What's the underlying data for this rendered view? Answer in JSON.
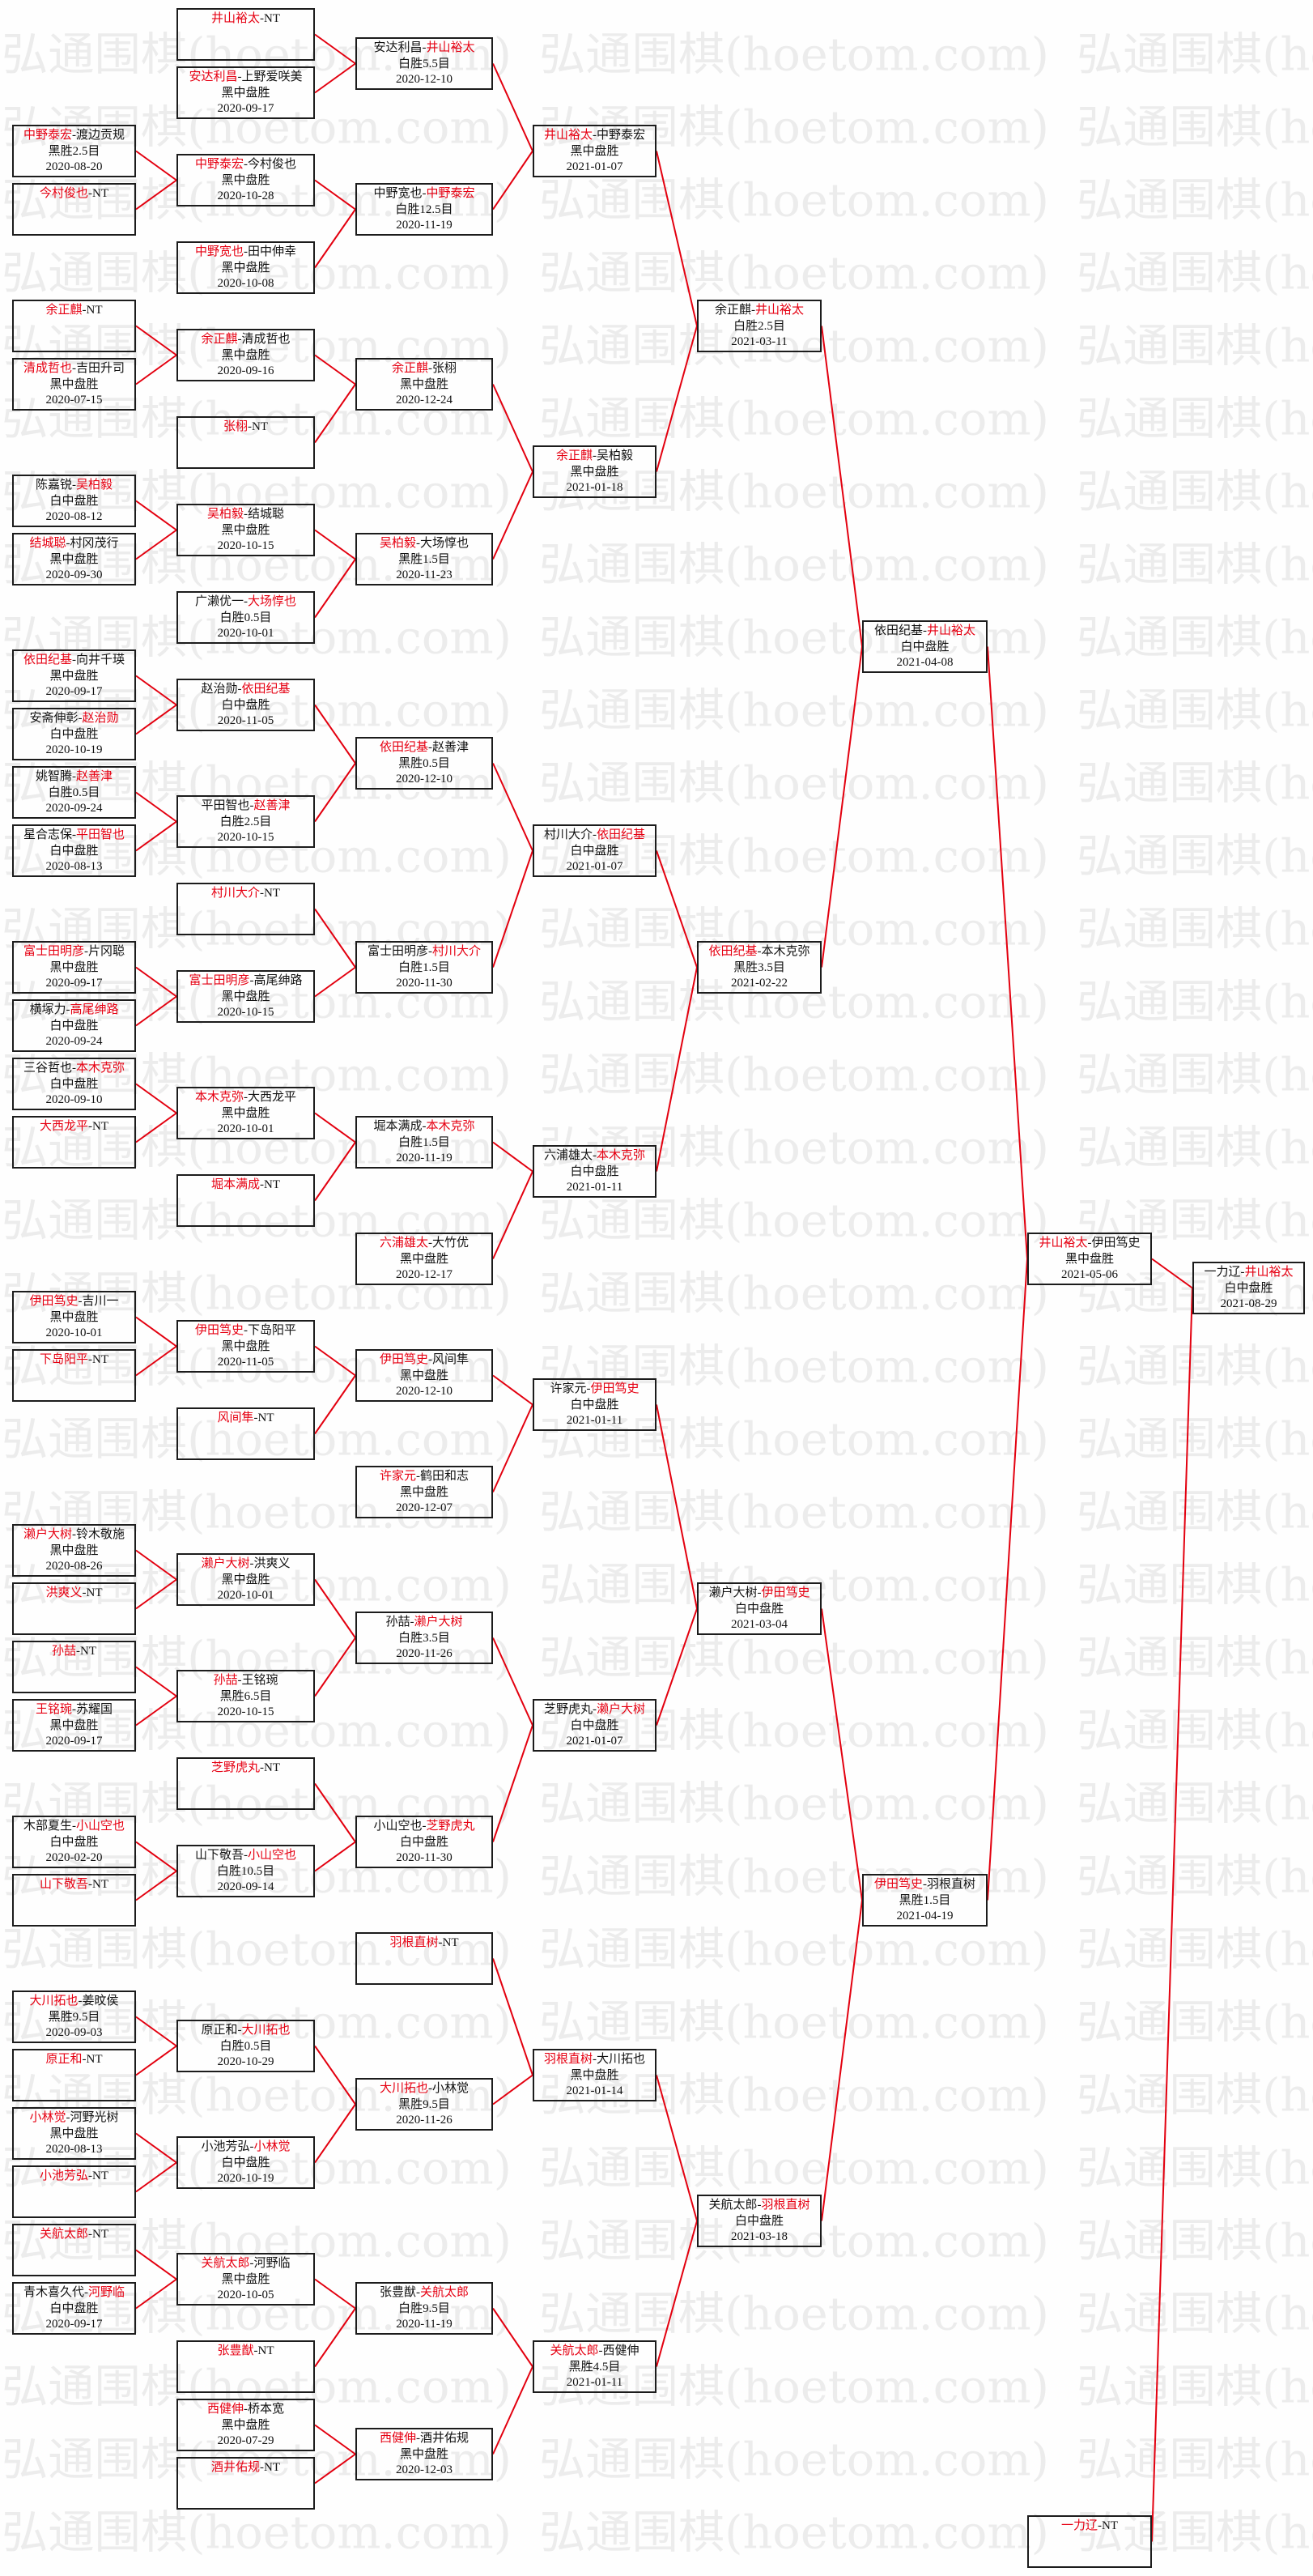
{
  "watermark": "弘通围棋(hoetom.com)",
  "separator": "-",
  "colors": {
    "winner": "#e60012",
    "line": "#e3000f",
    "text": "#111111",
    "border": "#1c1c1c",
    "watermark": "#ececec",
    "background": "#fefefe"
  },
  "stages": [
    {
      "matches": [
        {
          "players": [
            "中野泰宏",
            "渡边贡规"
          ],
          "winner": 0,
          "result": "黑胜2.5目",
          "date": "2020-08-20",
          "feeds_into": 2
        },
        {
          "players": [
            "今村俊也",
            "NT"
          ],
          "winner": 0,
          "feeds_into": 2
        },
        {
          "players": [
            "余正麒",
            "NT"
          ],
          "winner": 0,
          "feeds_into": 4
        },
        {
          "players": [
            "清成哲也",
            "吉田升司"
          ],
          "winner": 0,
          "result": "黑中盘胜",
          "date": "2020-07-15",
          "feeds_into": 4
        },
        {
          "players": [
            "陈嘉锐",
            "吴柏毅"
          ],
          "winner": 1,
          "result": "白中盘胜",
          "date": "2020-08-12",
          "feeds_into": 6
        },
        {
          "players": [
            "结城聪",
            "村冈茂行"
          ],
          "winner": 0,
          "result": "黑中盘胜",
          "date": "2020-09-30",
          "feeds_into": 6
        },
        {
          "players": [
            "依田纪基",
            "向井千瑛"
          ],
          "winner": 0,
          "result": "黑中盘胜",
          "date": "2020-09-17",
          "feeds_into": 8
        },
        {
          "players": [
            "安斋伸彰",
            "赵治勋"
          ],
          "winner": 1,
          "result": "白中盘胜",
          "date": "2020-10-19",
          "feeds_into": 8
        },
        {
          "players": [
            "姚智腾",
            "赵善津"
          ],
          "winner": 1,
          "result": "白胜0.5目",
          "date": "2020-09-24",
          "feeds_into": 9
        },
        {
          "players": [
            "星合志保",
            "平田智也"
          ],
          "winner": 1,
          "result": "白中盘胜",
          "date": "2020-08-13",
          "feeds_into": 9
        },
        {
          "players": [
            "富士田明彦",
            "片冈聪"
          ],
          "winner": 0,
          "result": "黑中盘胜",
          "date": "2020-09-17",
          "feeds_into": 11
        },
        {
          "players": [
            "横塚力",
            "高尾绅路"
          ],
          "winner": 1,
          "result": "白中盘胜",
          "date": "2020-09-24",
          "feeds_into": 11
        },
        {
          "players": [
            "三谷哲也",
            "本木克弥"
          ],
          "winner": 1,
          "result": "白中盘胜",
          "date": "2020-09-10",
          "feeds_into": 12
        },
        {
          "players": [
            "大西龙平",
            "NT"
          ],
          "winner": 0,
          "feeds_into": 12
        },
        {
          "players": [
            "伊田笃史",
            "吉川一"
          ],
          "winner": 0,
          "result": "黑中盘胜",
          "date": "2020-10-01",
          "feeds_into": 14
        },
        {
          "players": [
            "下岛阳平",
            "NT"
          ],
          "winner": 0,
          "feeds_into": 14
        },
        {
          "players": [
            "濑户大树",
            "铃木敬施"
          ],
          "winner": 0,
          "result": "黑中盘胜",
          "date": "2020-08-26",
          "feeds_into": 16
        },
        {
          "players": [
            "洪爽义",
            "NT"
          ],
          "winner": 0,
          "feeds_into": 16
        },
        {
          "players": [
            "孙喆",
            "NT"
          ],
          "winner": 0,
          "feeds_into": 17
        },
        {
          "players": [
            "王铭琬",
            "苏耀国"
          ],
          "winner": 0,
          "result": "黑中盘胜",
          "date": "2020-09-17",
          "feeds_into": 17
        },
        {
          "players": [
            "木部夏生",
            "小山空也"
          ],
          "winner": 1,
          "result": "白中盘胜",
          "date": "2020-02-20",
          "feeds_into": 19
        },
        {
          "players": [
            "山下敬吾",
            "NT"
          ],
          "winner": 0,
          "feeds_into": 19
        },
        {
          "players": [
            "大川拓也",
            "姜旼侯"
          ],
          "winner": 0,
          "result": "黑胜9.5目",
          "date": "2020-09-03",
          "feeds_into": 20
        },
        {
          "players": [
            "原正和",
            "NT"
          ],
          "winner": 0,
          "feeds_into": 20
        },
        {
          "players": [
            "小林觉",
            "河野光树"
          ],
          "winner": 0,
          "result": "黑中盘胜",
          "date": "2020-08-13",
          "feeds_into": 21
        },
        {
          "players": [
            "小池芳弘",
            "NT"
          ],
          "winner": 0,
          "feeds_into": 21
        },
        {
          "players": [
            "关航太郎",
            "NT"
          ],
          "winner": 0,
          "feeds_into": 22
        },
        {
          "players": [
            "青木喜久代",
            "河野临"
          ],
          "winner": 1,
          "result": "白中盘胜",
          "date": "2020-09-17",
          "feeds_into": 22
        }
      ]
    },
    {
      "matches": [
        {
          "players": [
            "井山裕太",
            "NT"
          ],
          "winner": 0,
          "feeds_into": 0
        },
        {
          "players": [
            "安达利昌",
            "上野爱咲美"
          ],
          "winner": 0,
          "result": "黑中盘胜",
          "date": "2020-09-17",
          "feeds_into": 0
        },
        {
          "players": [
            "中野泰宏",
            "今村俊也"
          ],
          "winner": 0,
          "result": "黑中盘胜",
          "date": "2020-10-28",
          "feeds_into": 1
        },
        {
          "players": [
            "中野宽也",
            "田中伸幸"
          ],
          "winner": 0,
          "result": "黑中盘胜",
          "date": "2020-10-08",
          "feeds_into": 1
        },
        {
          "players": [
            "余正麒",
            "清成哲也"
          ],
          "winner": 0,
          "result": "黑中盘胜",
          "date": "2020-09-16",
          "feeds_into": 2
        },
        {
          "players": [
            "张栩",
            "NT"
          ],
          "winner": 0,
          "feeds_into": 2
        },
        {
          "players": [
            "吴柏毅",
            "结城聪"
          ],
          "winner": 0,
          "result": "黑中盘胜",
          "date": "2020-10-15",
          "feeds_into": 3
        },
        {
          "players": [
            "广濑优一",
            "大场惇也"
          ],
          "winner": 1,
          "result": "白胜0.5目",
          "date": "2020-10-01",
          "feeds_into": 3
        },
        {
          "players": [
            "赵治勋",
            "依田纪基"
          ],
          "winner": 1,
          "result": "白中盘胜",
          "date": "2020-11-05",
          "feeds_into": 4
        },
        {
          "players": [
            "平田智也",
            "赵善津"
          ],
          "winner": 1,
          "result": "白胜2.5目",
          "date": "2020-10-15",
          "feeds_into": 4
        },
        {
          "players": [
            "村川大介",
            "NT"
          ],
          "winner": 0,
          "feeds_into": 5
        },
        {
          "players": [
            "富士田明彦",
            "高尾绅路"
          ],
          "winner": 0,
          "result": "黑中盘胜",
          "date": "2020-10-15",
          "feeds_into": 5
        },
        {
          "players": [
            "本木克弥",
            "大西龙平"
          ],
          "winner": 0,
          "result": "黑中盘胜",
          "date": "2020-10-01",
          "feeds_into": 6
        },
        {
          "players": [
            "堀本满成",
            "NT"
          ],
          "winner": 0,
          "feeds_into": 6
        },
        {
          "players": [
            "伊田笃史",
            "下岛阳平"
          ],
          "winner": 0,
          "result": "黑中盘胜",
          "date": "2020-11-05",
          "feeds_into": 8
        },
        {
          "players": [
            "风间隼",
            "NT"
          ],
          "winner": 0,
          "feeds_into": 8
        },
        {
          "players": [
            "濑户大树",
            "洪爽义"
          ],
          "winner": 0,
          "result": "黑中盘胜",
          "date": "2020-10-01",
          "feeds_into": 10
        },
        {
          "players": [
            "孙喆",
            "王铭琬"
          ],
          "winner": 0,
          "result": "黑胜6.5目",
          "date": "2020-10-15",
          "feeds_into": 10
        },
        {
          "players": [
            "芝野虎丸",
            "NT"
          ],
          "winner": 0,
          "feeds_into": 11
        },
        {
          "players": [
            "山下敬吾",
            "小山空也"
          ],
          "winner": 1,
          "result": "白胜10.5目",
          "date": "2020-09-14",
          "feeds_into": 11
        },
        {
          "players": [
            "原正和",
            "大川拓也"
          ],
          "winner": 1,
          "result": "白胜0.5目",
          "date": "2020-10-29",
          "feeds_into": 13
        },
        {
          "players": [
            "小池芳弘",
            "小林觉"
          ],
          "winner": 1,
          "result": "白中盘胜",
          "date": "2020-10-19",
          "feeds_into": 13
        },
        {
          "players": [
            "关航太郎",
            "河野临"
          ],
          "winner": 0,
          "result": "黑中盘胜",
          "date": "2020-10-05",
          "feeds_into": 14
        },
        {
          "players": [
            "张豊猷",
            "NT"
          ],
          "winner": 0,
          "feeds_into": 14
        },
        {
          "players": [
            "西健伸",
            "桥本宽"
          ],
          "winner": 0,
          "result": "黑中盘胜",
          "date": "2020-07-29",
          "feeds_into": 15
        },
        {
          "players": [
            "酒井佑规",
            "NT"
          ],
          "winner": 0,
          "feeds_into": 15
        }
      ]
    },
    {
      "matches": [
        {
          "players": [
            "安达利昌",
            "井山裕太"
          ],
          "winner": 1,
          "result": "白胜5.5目",
          "date": "2020-12-10",
          "feeds_into": 0
        },
        {
          "players": [
            "中野宽也",
            "中野泰宏"
          ],
          "winner": 1,
          "result": "白胜12.5目",
          "date": "2020-11-19",
          "feeds_into": 0
        },
        {
          "players": [
            "余正麒",
            "张栩"
          ],
          "winner": 0,
          "result": "黑中盘胜",
          "date": "2020-12-24",
          "feeds_into": 1
        },
        {
          "players": [
            "吴柏毅",
            "大场惇也"
          ],
          "winner": 0,
          "result": "黑胜1.5目",
          "date": "2020-11-23",
          "feeds_into": 1
        },
        {
          "players": [
            "依田纪基",
            "赵善津"
          ],
          "winner": 0,
          "result": "黑胜0.5目",
          "date": "2020-12-10",
          "feeds_into": 2
        },
        {
          "players": [
            "富士田明彦",
            "村川大介"
          ],
          "winner": 1,
          "result": "白胜1.5目",
          "date": "2020-11-30",
          "feeds_into": 2
        },
        {
          "players": [
            "堀本满成",
            "本木克弥"
          ],
          "winner": 1,
          "result": "白胜1.5目",
          "date": "2020-11-19",
          "feeds_into": 3
        },
        {
          "players": [
            "六浦雄太",
            "大竹优"
          ],
          "winner": 0,
          "result": "黑中盘胜",
          "date": "2020-12-17",
          "feeds_into": 3
        },
        {
          "players": [
            "伊田笃史",
            "风间隼"
          ],
          "winner": 0,
          "result": "黑中盘胜",
          "date": "2020-12-10",
          "feeds_into": 4
        },
        {
          "players": [
            "许家元",
            "鹤田和志"
          ],
          "winner": 0,
          "result": "黑中盘胜",
          "date": "2020-12-07",
          "feeds_into": 4
        },
        {
          "players": [
            "孙喆",
            "濑户大树"
          ],
          "winner": 1,
          "result": "白胜3.5目",
          "date": "2020-11-26",
          "feeds_into": 5
        },
        {
          "players": [
            "小山空也",
            "芝野虎丸"
          ],
          "winner": 1,
          "result": "白中盘胜",
          "date": "2020-11-30",
          "feeds_into": 5
        },
        {
          "players": [
            "羽根直树",
            "NT"
          ],
          "winner": 0,
          "feeds_into": 6
        },
        {
          "players": [
            "大川拓也",
            "小林觉"
          ],
          "winner": 0,
          "result": "黑胜9.5目",
          "date": "2020-11-26",
          "feeds_into": 6
        },
        {
          "players": [
            "张豊猷",
            "关航太郎"
          ],
          "winner": 1,
          "result": "白胜9.5目",
          "date": "2020-11-19",
          "feeds_into": 7
        },
        {
          "players": [
            "西健伸",
            "酒井佑规"
          ],
          "winner": 0,
          "result": "黑中盘胜",
          "date": "2020-12-03",
          "feeds_into": 7
        }
      ]
    },
    {
      "matches": [
        {
          "players": [
            "井山裕太",
            "中野泰宏"
          ],
          "winner": 0,
          "result": "黑中盘胜",
          "date": "2021-01-07",
          "feeds_into": 0
        },
        {
          "players": [
            "余正麒",
            "吴柏毅"
          ],
          "winner": 0,
          "result": "黑中盘胜",
          "date": "2021-01-18",
          "feeds_into": 0
        },
        {
          "players": [
            "村川大介",
            "依田纪基"
          ],
          "winner": 1,
          "result": "白中盘胜",
          "date": "2021-01-07",
          "feeds_into": 1
        },
        {
          "players": [
            "六浦雄太",
            "本木克弥"
          ],
          "winner": 1,
          "result": "白中盘胜",
          "date": "2021-01-11",
          "feeds_into": 1
        },
        {
          "players": [
            "许家元",
            "伊田笃史"
          ],
          "winner": 1,
          "result": "白中盘胜",
          "date": "2021-01-11",
          "feeds_into": 2
        },
        {
          "players": [
            "芝野虎丸",
            "濑户大树"
          ],
          "winner": 1,
          "result": "白中盘胜",
          "date": "2021-01-07",
          "feeds_into": 2
        },
        {
          "players": [
            "羽根直树",
            "大川拓也"
          ],
          "winner": 0,
          "result": "黑中盘胜",
          "date": "2021-01-14",
          "feeds_into": 3
        },
        {
          "players": [
            "关航太郎",
            "西健伸"
          ],
          "winner": 0,
          "result": "黑胜4.5目",
          "date": "2021-01-11",
          "feeds_into": 3
        }
      ]
    },
    {
      "matches": [
        {
          "players": [
            "余正麒",
            "井山裕太"
          ],
          "winner": 1,
          "result": "白胜2.5目",
          "date": "2021-03-11",
          "feeds_into": 0
        },
        {
          "players": [
            "依田纪基",
            "本木克弥"
          ],
          "winner": 0,
          "result": "黑胜3.5目",
          "date": "2021-02-22",
          "feeds_into": 0
        },
        {
          "players": [
            "濑户大树",
            "伊田笃史"
          ],
          "winner": 1,
          "result": "白中盘胜",
          "date": "2021-03-04",
          "feeds_into": 1
        },
        {
          "players": [
            "关航太郎",
            "羽根直树"
          ],
          "winner": 1,
          "result": "白中盘胜",
          "date": "2021-03-18",
          "feeds_into": 1
        }
      ]
    },
    {
      "matches": [
        {
          "players": [
            "依田纪基",
            "井山裕太"
          ],
          "winner": 1,
          "result": "白中盘胜",
          "date": "2021-04-08",
          "feeds_into": 0
        },
        {
          "players": [
            "伊田笃史",
            "羽根直树"
          ],
          "winner": 0,
          "result": "黑胜1.5目",
          "date": "2021-04-19",
          "feeds_into": 0
        }
      ]
    },
    {
      "matches": [
        {
          "players": [
            "井山裕太",
            "伊田笃史"
          ],
          "winner": 0,
          "result": "黑中盘胜",
          "date": "2021-05-06",
          "feeds_into": 0
        },
        {
          "players": [
            "一力辽",
            "NT"
          ],
          "winner": 0,
          "feeds_into": 0
        }
      ]
    },
    {
      "matches": [
        {
          "players": [
            "一力辽",
            "井山裕太"
          ],
          "winner": 1,
          "result": "白中盘胜",
          "date": "2021-08-29"
        }
      ]
    }
  ]
}
